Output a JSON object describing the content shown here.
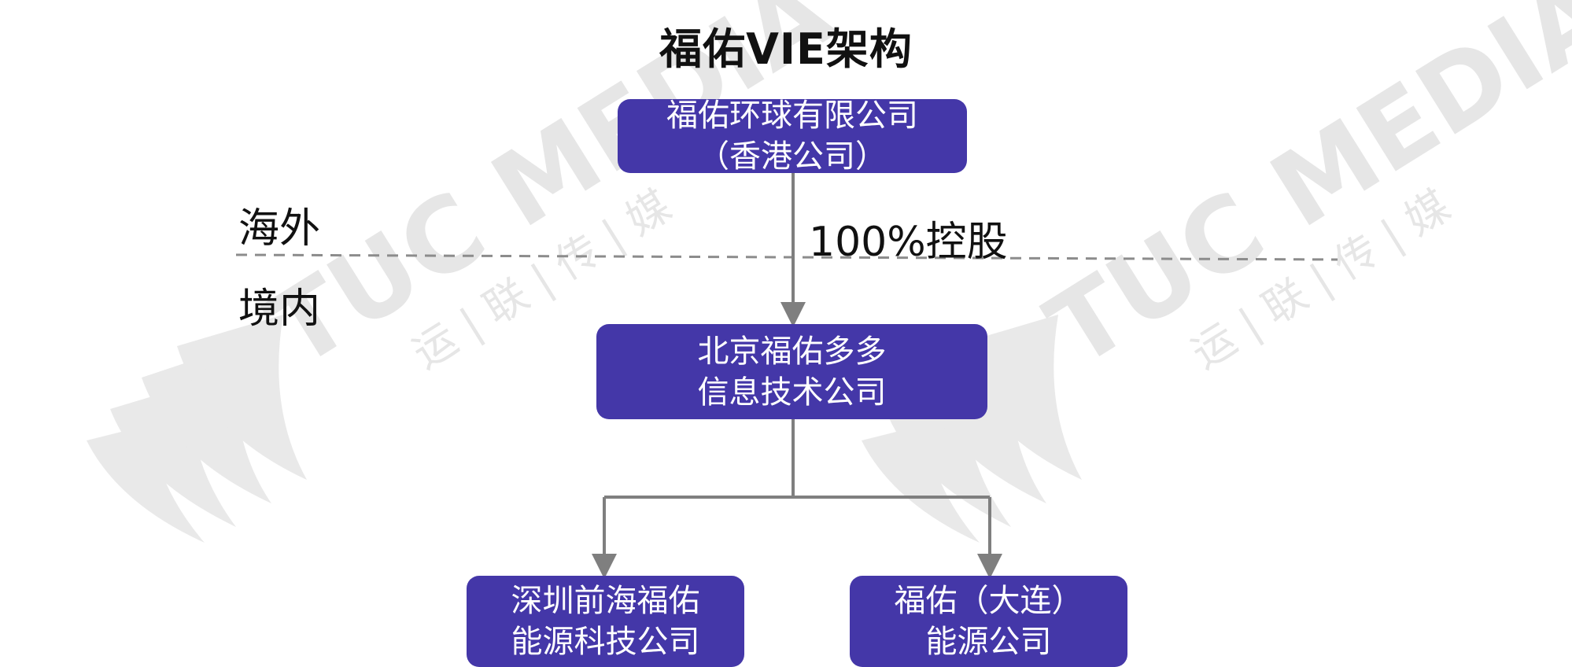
{
  "diagram": {
    "title": "福佑VIE架构",
    "nodes": {
      "hk_company": {
        "line1": "福佑环球有限公司",
        "line2": "（香港公司）"
      },
      "beijing_company": {
        "line1": "北京福佑多多",
        "line2": "信息技术公司"
      },
      "shenzhen_company": {
        "line1": "深圳前海福佑",
        "line2": "能源科技公司"
      },
      "dalian_company": {
        "line1": "福佑（大连）",
        "line2": "能源公司"
      }
    },
    "edges": [
      {
        "from": "hk_company",
        "to": "beijing_company",
        "label": "100%控股"
      },
      {
        "from": "beijing_company",
        "to": "shenzhen_company",
        "label": ""
      },
      {
        "from": "beijing_company",
        "to": "dalian_company",
        "label": ""
      }
    ],
    "regions": {
      "overseas": "海外",
      "domestic": "境内"
    }
  },
  "watermark": {
    "brand": "TUC MEDIA",
    "chinese": "运 | 联 | 传 | 媒"
  },
  "colors": {
    "box_fill": "#4437a8",
    "box_text": "#ffffff",
    "connector": "#7f7f7f",
    "divider": "#8c8c8c",
    "watermark": "#e6e6e6"
  }
}
